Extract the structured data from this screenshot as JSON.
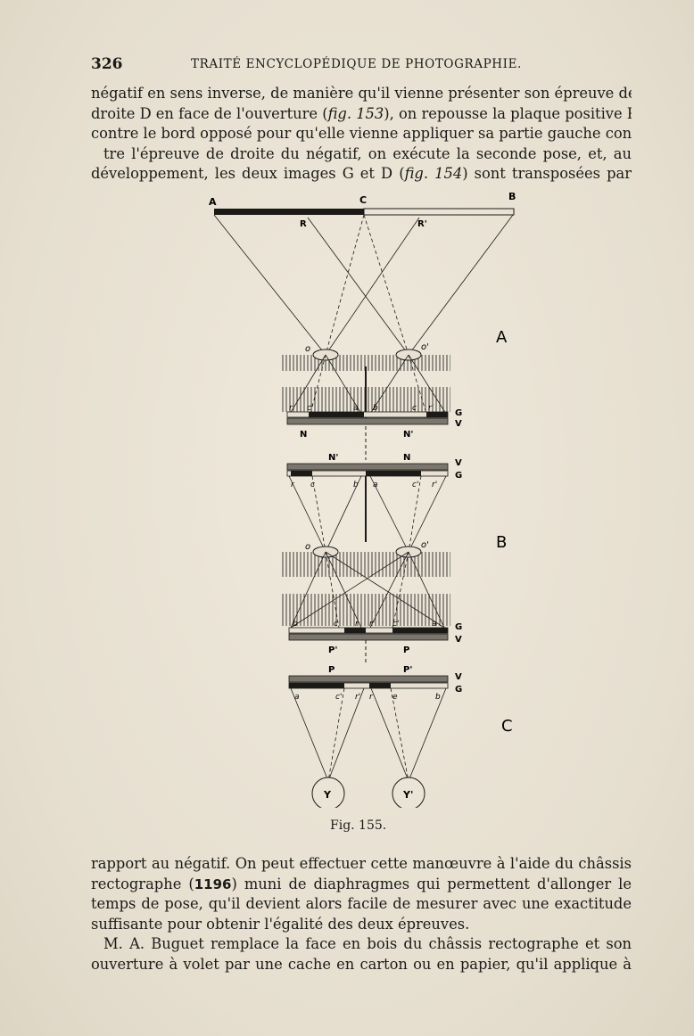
{
  "header": {
    "page_number": "326",
    "running_title": "TRAITÉ ENCYCLOPÉDIQUE DE PHOTOGRAPHIE."
  },
  "top_paragraph": {
    "lines": [
      "négatif en sens inverse, de manière qu'il vienne présenter son épreuve de",
      "droite D en face de l'ouverture (",
      "contre le bord opposé pour qu'elle vienne appliquer sa partie gauche con-",
      "tre l'épreuve de droite du négatif, on exécute la seconde pose, et, au",
      "développement, les deux images G et D ("
    ],
    "fig_ref_1": "fig. 153",
    "line2_tail": "), on repousse la plaque positive P",
    "fig_ref_2": "fig. 154",
    "line5_tail": ") sont transposées par"
  },
  "figure": {
    "caption": "Fig. 155.",
    "section_labels": [
      "A",
      "B",
      "C"
    ],
    "top_labels": {
      "a": "A",
      "c": "C",
      "b": "B",
      "r": "R",
      "r_prime": "R'"
    },
    "lens_labels": {
      "o": "o",
      "o_prime": "o'"
    },
    "plate_labels": {
      "n": "N",
      "n_prime": "N'",
      "p": "P",
      "p_prime": "P'",
      "g": "G",
      "v": "V"
    },
    "small_letters": {
      "r": "r",
      "r_prime": "r'",
      "c": "c",
      "c_prime": "c'",
      "a": "a",
      "b": "b",
      "e": "e"
    },
    "eye_labels": {
      "y": "Y",
      "y_prime": "Y'"
    }
  },
  "bottom_paragraph": {
    "line1": "rapport au négatif. On peut effectuer cette manœuvre à l'aide du châssis",
    "line2_pre": "rectographe (",
    "line2_ref": "1196",
    "line2_post": ") muni de diaphragmes qui permettent d'allonger le",
    "line3": "temps de pose, qu'il devient alors facile de mesurer avec une exactitude",
    "line4": "suffisante pour obtenir l'égalité des deux épreuves.",
    "line5": "M. A. Buguet remplace la face en bois du châssis rectographe et son",
    "line6": "ouverture à volet par une cache en carton ou en papier, qu'il applique à"
  }
}
